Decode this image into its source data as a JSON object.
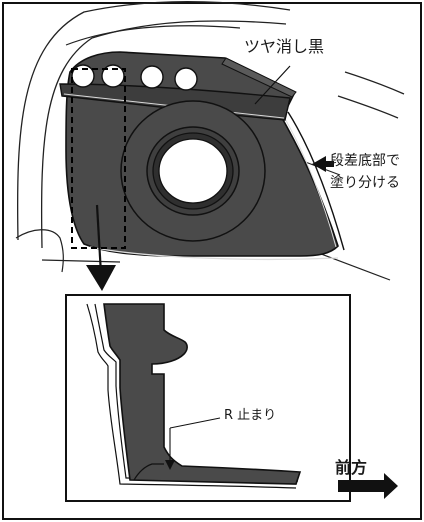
{
  "labels": {
    "matte_black": "ツヤ消し黒",
    "step_bottom_line1": "段差底部で",
    "step_bottom_line2": "塗り分ける",
    "r_stop": "R 止まり",
    "forward": "前方"
  },
  "colors": {
    "fill": "#4a4a4a",
    "fill_dark": "#3d3d3d",
    "outline": "#111111",
    "background": "#ffffff"
  },
  "icons": {
    "forward_arrow": "arrow-right-icon",
    "step_arrow": "arrow-left-icon",
    "detail_arrow": "arrow-down-icon"
  }
}
